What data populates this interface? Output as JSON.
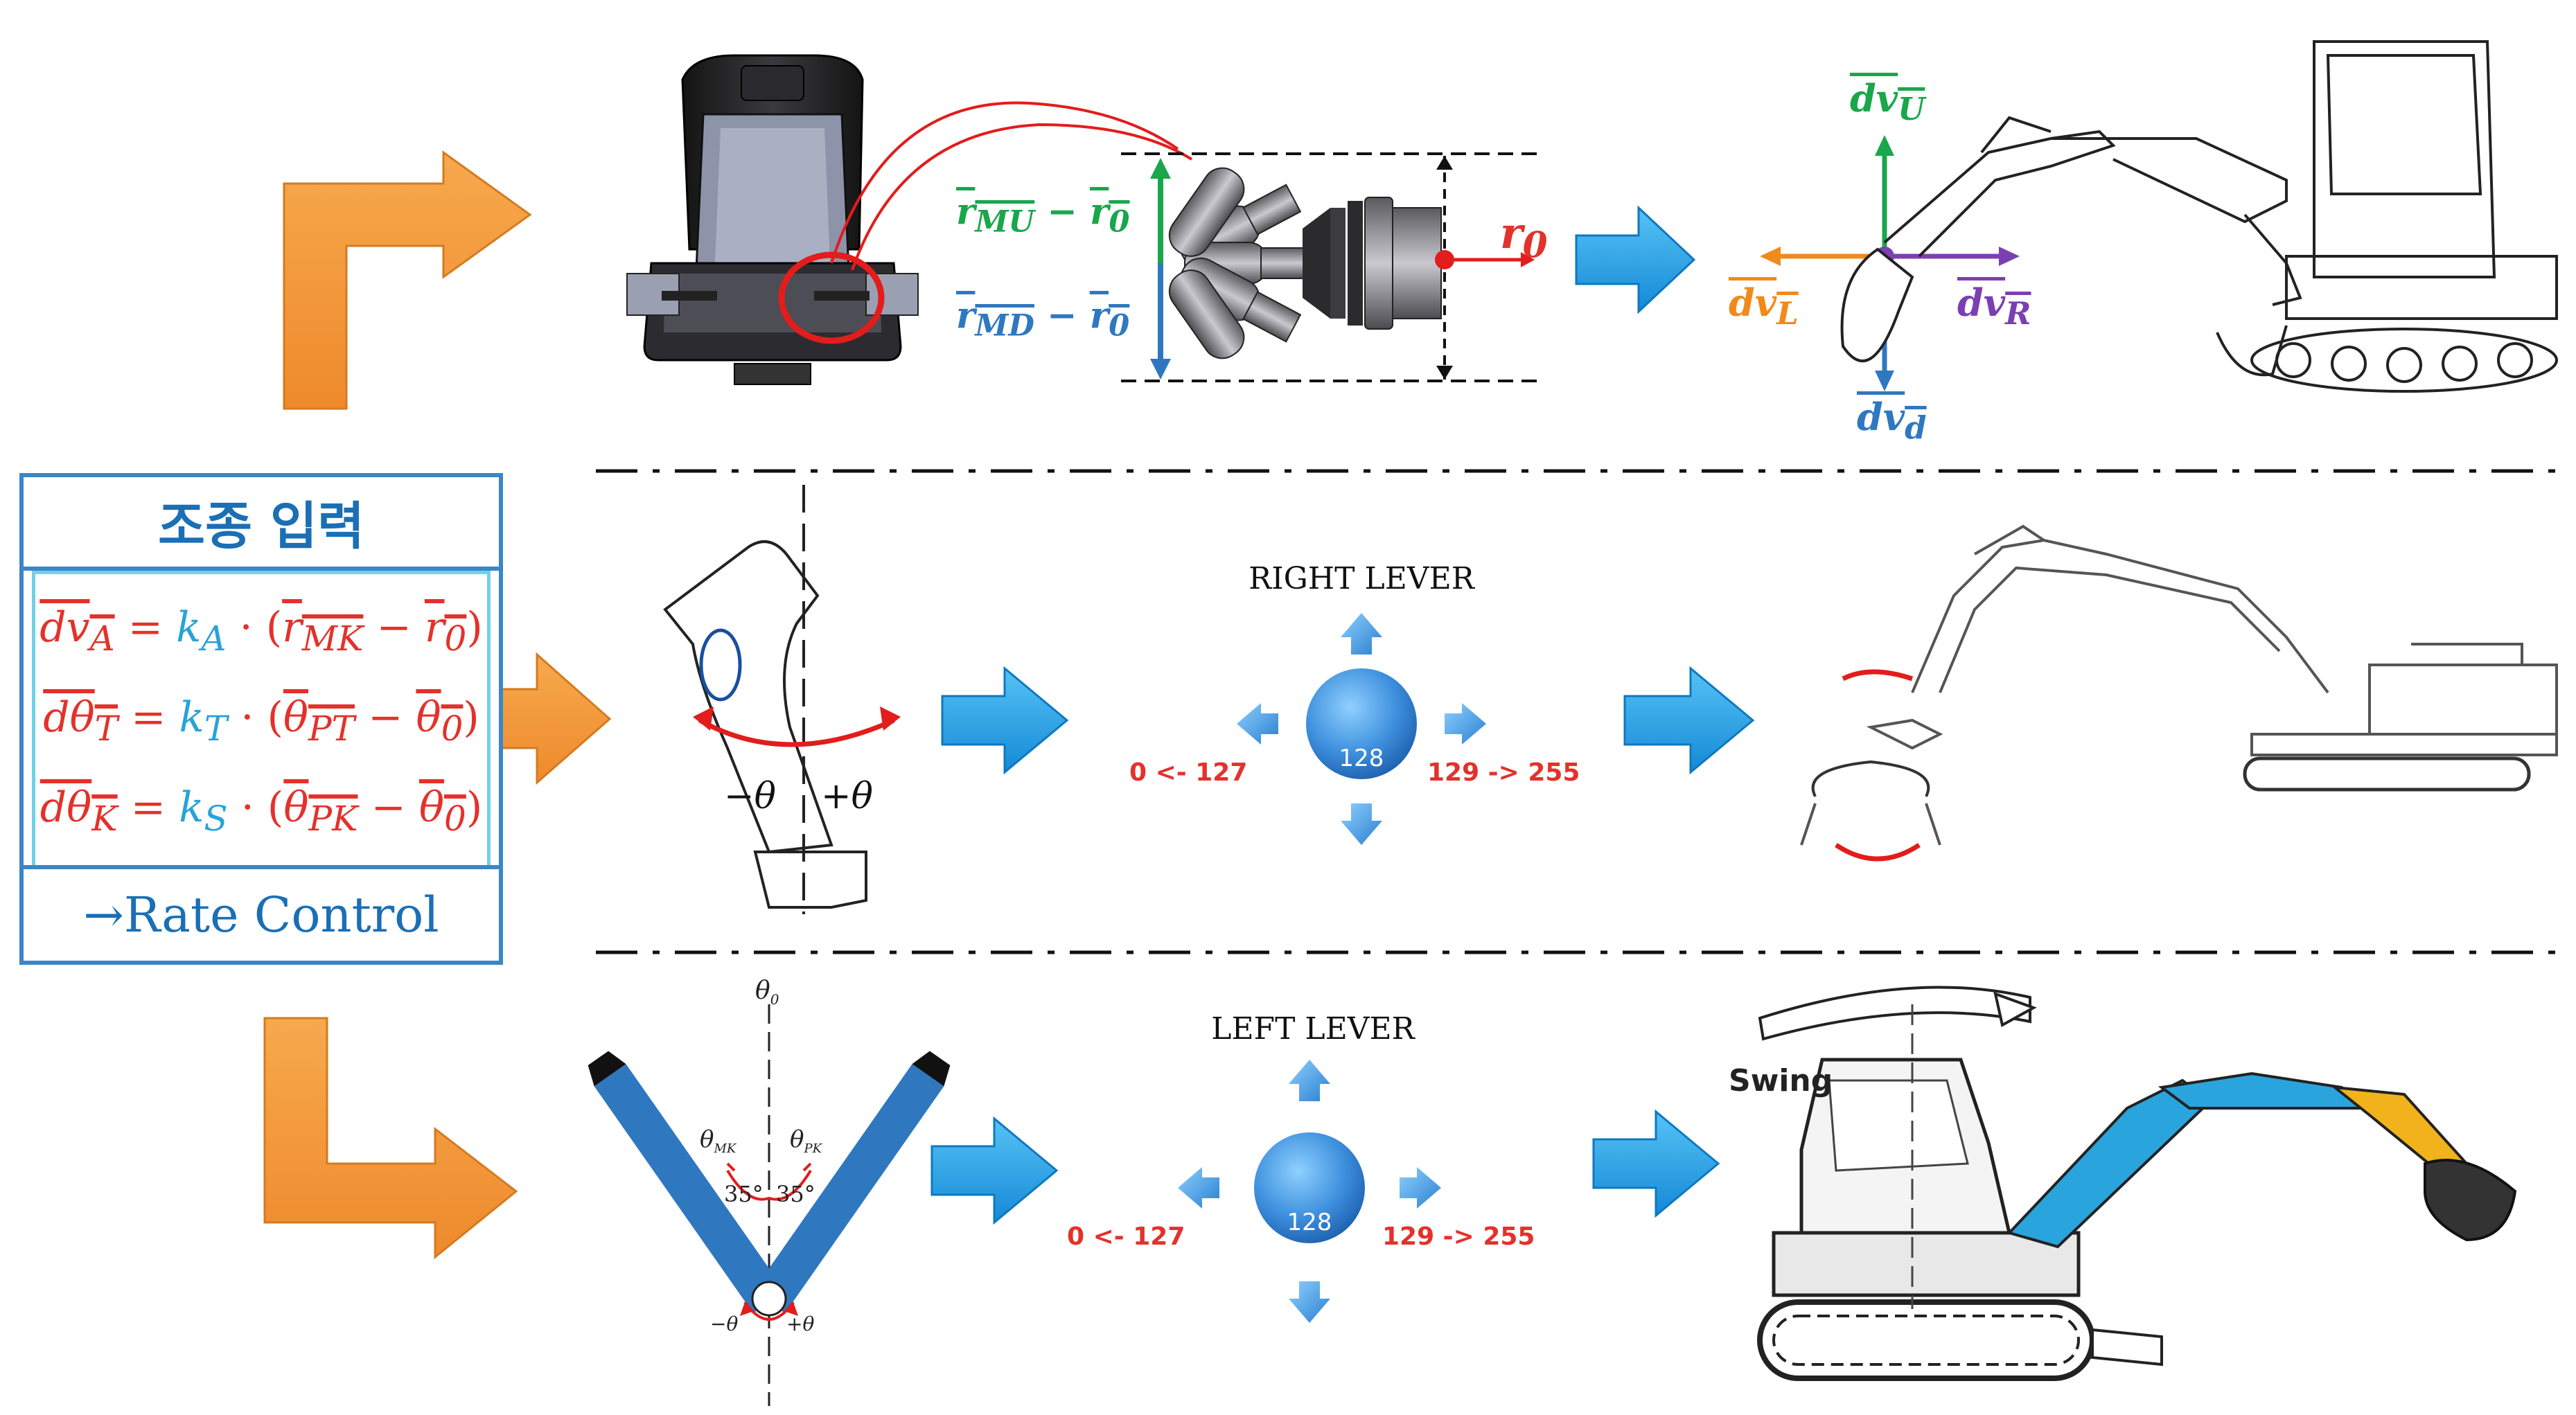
{
  "control_box": {
    "title": "조종 입력",
    "eq1": {
      "lhs": "dv",
      "lhs_sub": "A",
      "k": "k",
      "k_sub": "A",
      "a": "r",
      "a_sub": "MK",
      "b": "r",
      "b_sub": "0"
    },
    "eq2": {
      "lhs": "dθ",
      "lhs_sub": "T",
      "k": "k",
      "k_sub": "T",
      "a": "θ",
      "a_sub": "PT",
      "b": "θ",
      "b_sub": "0"
    },
    "eq3": {
      "lhs": "dθ",
      "lhs_sub": "K",
      "k": "k",
      "k_sub": "S",
      "a": "θ",
      "a_sub": "PK",
      "b": "θ",
      "b_sub": "0"
    },
    "footer": "→Rate Control"
  },
  "row1": {
    "label_mu": "r",
    "label_mu_sub": "MU",
    "label_minus": " − ",
    "label_r0": "r",
    "label_r0_sub": "0",
    "label_md": "r",
    "label_md_sub": "MD",
    "r0": "r",
    "r0_sub": "0",
    "dv_u": "dv",
    "dv_u_sub": "U",
    "dv_l": "dv",
    "dv_l_sub": "L",
    "dv_r": "dv",
    "dv_r_sub": "R",
    "dv_d": "dv",
    "dv_d_sub": "d"
  },
  "row2": {
    "minus_theta": "−θ",
    "plus_theta": "+θ",
    "lever_title": "RIGHT LEVER",
    "center_value": "128",
    "left_range": "0   <- 127",
    "right_range": "129 -> 255"
  },
  "row3": {
    "theta0": "θ",
    "theta0_sub": "0",
    "theta_mk": "θ",
    "theta_mk_sub": "MK",
    "theta_pk": "θ",
    "theta_pk_sub": "PK",
    "angle_left": "35°",
    "angle_right": "35°",
    "minus_theta": "−θ",
    "plus_theta": "+θ",
    "lever_title": "LEFT LEVER",
    "center_value": "128",
    "left_range": "0   <- 127",
    "right_range": "129 -> 255",
    "swing_label": "Swing"
  },
  "colors": {
    "orange": "#f39a3c",
    "blue_arrow": "#1fa0e6",
    "box_border": "#3a86c8",
    "red": "#e4312b",
    "green": "#1aa64b",
    "purple": "#7b3fb2",
    "arm_blue": "#2f78c0",
    "bucket_yellow": "#f2b21c"
  }
}
